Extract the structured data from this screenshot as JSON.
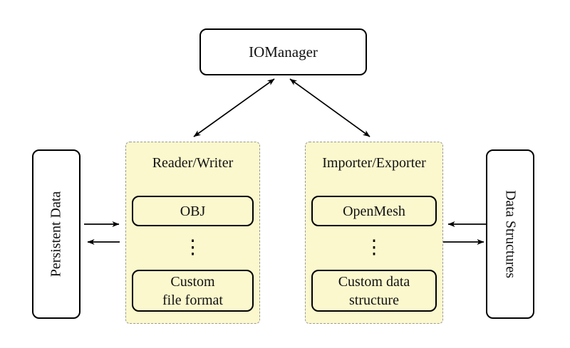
{
  "diagram_type": "architecture-diagram",
  "root": {
    "label": "IOManager"
  },
  "groups": [
    {
      "title": "Reader/Writer",
      "top_box": "OBJ",
      "dots": "⋮",
      "bottom_box": [
        "Custom",
        "file format"
      ]
    },
    {
      "title": "Importer/Exporter",
      "top_box": "OpenMesh",
      "dots": "⋮",
      "bottom_box": [
        "Custom data",
        "structure"
      ]
    }
  ],
  "side_nodes": {
    "left": "Persistent Data",
    "right": "Data Structures"
  },
  "connections": [
    {
      "from": "IOManager",
      "to": "Reader/Writer",
      "style": "bidirectional"
    },
    {
      "from": "IOManager",
      "to": "Importer/Exporter",
      "style": "bidirectional"
    },
    {
      "from": "Persistent Data",
      "to": "Reader/Writer",
      "style": "single"
    },
    {
      "from": "Reader/Writer",
      "to": "Persistent Data",
      "style": "single"
    },
    {
      "from": "Data Structures",
      "to": "Importer/Exporter",
      "style": "single"
    },
    {
      "from": "Importer/Exporter",
      "to": "Data Structures",
      "style": "single"
    }
  ],
  "colors": {
    "group_fill": "#FBF8CD",
    "group_border": "#999999",
    "node_border": "#000000",
    "background": "#FFFFFF",
    "text": "#111111"
  }
}
